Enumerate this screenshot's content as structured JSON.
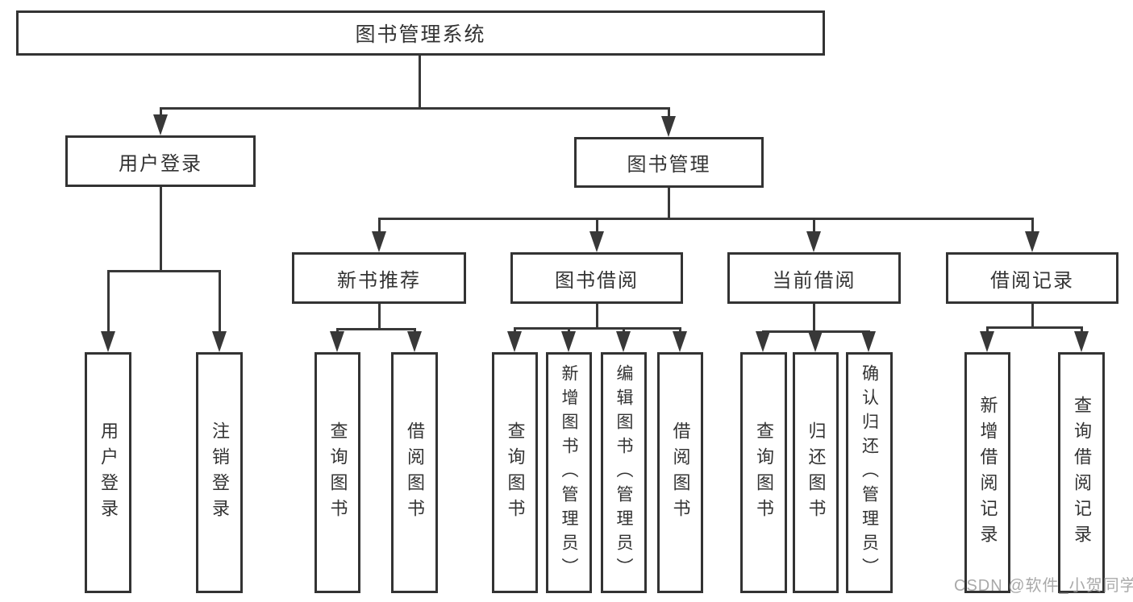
{
  "diagram": {
    "nodes": {
      "root": "图书管理系统",
      "l2": [
        "用户登录",
        "图书管理"
      ],
      "l3": [
        "新书推荐",
        "图书借阅",
        "当前借阅",
        "借阅记录"
      ],
      "l4": [
        "用户登录",
        "注销登录",
        "查询图书",
        "借阅图书",
        "查询图书",
        "新增图书（管理员）",
        "编辑图书（管理员）",
        "借阅图书",
        "查询图书",
        "归还图书",
        "确认归还（管理员）",
        "新增借阅记录",
        "查询借阅记录"
      ]
    },
    "edges": [
      "图书管理系统→用户登录",
      "图书管理系统→图书管理",
      "用户登录→用户登录",
      "用户登录→注销登录",
      "图书管理→新书推荐",
      "图书管理→图书借阅",
      "图书管理→当前借阅",
      "图书管理→借阅记录",
      "新书推荐→查询图书",
      "新书推荐→借阅图书",
      "图书借阅→查询图书",
      "图书借阅→新增图书（管理员）",
      "图书借阅→编辑图书（管理员）",
      "图书借阅→借阅图书",
      "当前借阅→查询图书",
      "当前借阅→归还图书",
      "当前借阅→确认归还（管理员）",
      "借阅记录→新增借阅记录",
      "借阅记录→查询借阅记录"
    ],
    "colors": {
      "line": "#383838",
      "box_border": "#333333",
      "text": "#333333",
      "background": "#ffffff",
      "watermark": "#9a9a9a"
    },
    "watermark": "CSDN @软件_小贺同学"
  }
}
